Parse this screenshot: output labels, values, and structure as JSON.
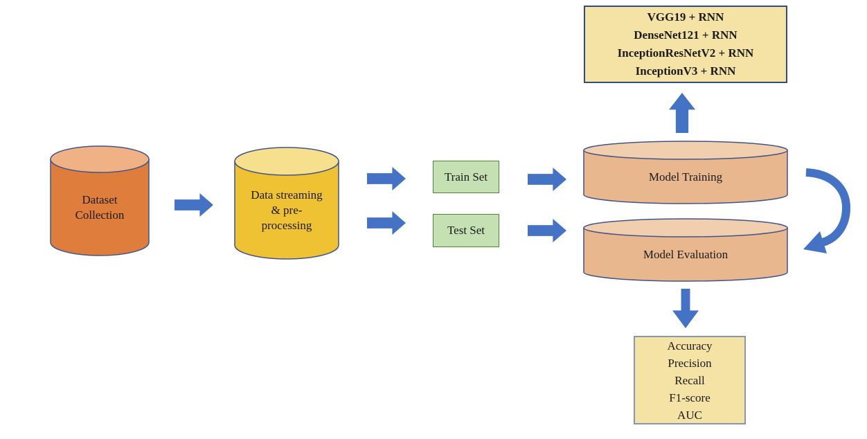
{
  "colors": {
    "arrow": "#4472C4",
    "cylinder_outline": "#41548A",
    "dataset_body": "#DF7E3C",
    "dataset_top": "#F0B185",
    "streaming_body": "#EFC233",
    "streaming_top": "#F6DF8D",
    "model_body": "#E9B78D",
    "model_top": "#F1CFAE",
    "set_box_fill": "#C5E0B3",
    "set_box_border": "#538135",
    "result_box_fill": "#F5E3A6",
    "models_box_border": "#2F4C80",
    "metrics_box_border": "#8496B0",
    "text": "#1a1a1a"
  },
  "nodes": {
    "models_box": {
      "lines": [
        "VGG19 + RNN",
        "DenseNet121 + RNN",
        "InceptionResNetV2 + RNN",
        "InceptionV3 + RNN"
      ]
    },
    "dataset_collection": {
      "lines": [
        "Dataset",
        "Collection"
      ]
    },
    "data_streaming": {
      "lines": [
        "Data streaming",
        "& pre-",
        "processing"
      ]
    },
    "train_set": {
      "label": "Train Set"
    },
    "test_set": {
      "label": "Test Set"
    },
    "model_training": {
      "label": "Model Training"
    },
    "model_evaluation": {
      "label": "Model Evaluation"
    },
    "metrics_box": {
      "lines": [
        "Accuracy",
        "Precision",
        "Recall",
        "F1-score",
        "AUC"
      ]
    }
  }
}
